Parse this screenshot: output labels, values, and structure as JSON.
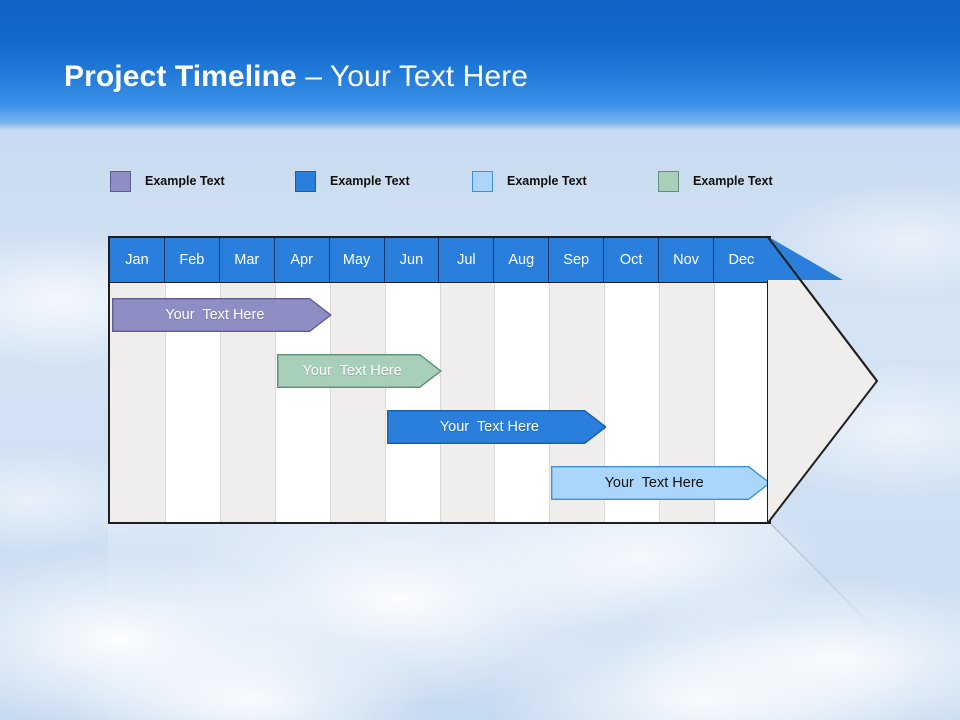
{
  "header": {
    "title_strong": "Project Timeline",
    "title_light": " – Your Text Here"
  },
  "legend": {
    "items": [
      {
        "label": "Example Text",
        "color": "#8e8ec4",
        "border": "#5d5d95",
        "x": 0
      },
      {
        "label": "Example Text",
        "color": "#2a7fdc",
        "border": "#1b5ea8",
        "x": 185
      },
      {
        "label": "Example Text",
        "color": "#a9d6fa",
        "border": "#3a92de",
        "x": 362
      },
      {
        "label": "Example Text",
        "color": "#a7cfb9",
        "border": "#5f8f74",
        "x": 548
      }
    ]
  },
  "chart_data": {
    "type": "bar",
    "title": "Project Timeline – Your Text Here",
    "xlabel": "",
    "ylabel": "",
    "grid": true,
    "legend_position": "top",
    "categories": [
      "Jan",
      "Feb",
      "Mar",
      "Apr",
      "May",
      "Jun",
      "Jul",
      "Aug",
      "Sep",
      "Oct",
      "Nov",
      "Dec"
    ],
    "series": [
      {
        "name": "Your  Text Here",
        "label": "Your  Text Here",
        "color": "#8e8ec4",
        "border": "#5d5d95",
        "text_color": "light",
        "start_month": "Jan",
        "end_month": "Apr",
        "start_index": 0,
        "end_index": 4,
        "row": 0
      },
      {
        "name": "Your  Text Here",
        "label": "Your  Text Here",
        "color": "#a7cfb9",
        "border": "#5f8f74",
        "text_color": "light",
        "start_month": "Apr",
        "end_month": "Jun",
        "start_index": 3,
        "end_index": 6,
        "row": 1
      },
      {
        "name": "Your  Text Here",
        "label": "Your  Text Here",
        "color": "#2a7fdc",
        "border": "#1b5ea8",
        "text_color": "light",
        "start_month": "Jun",
        "end_month": "Sep",
        "start_index": 5,
        "end_index": 9,
        "row": 2
      },
      {
        "name": "Your  Text Here",
        "label": "Your  Text Here",
        "color": "#a9d6fa",
        "border": "#3a92de",
        "text_color": "dark",
        "start_month": "Sep",
        "end_month": "Dec",
        "start_index": 8,
        "end_index": 12,
        "row": 3
      }
    ]
  },
  "colors": {
    "header_blue": "#1268cb",
    "month_header": "#2a7fdc",
    "stripe": "#efeeec",
    "frame": "#1f1f1f"
  }
}
